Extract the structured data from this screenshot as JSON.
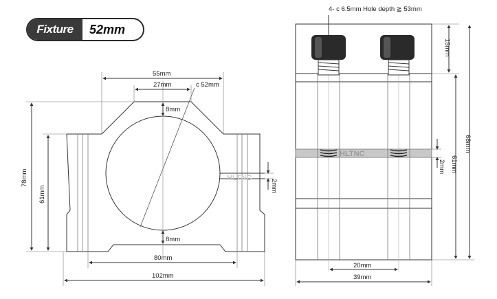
{
  "badge": {
    "label": "Fixture",
    "value": "52mm"
  },
  "front": {
    "dim_55": "55mm",
    "dim_27": "27mm",
    "dim_dia": "c 52mm",
    "dim_8_top": "8mm",
    "dim_8_bot": "8mm",
    "dim_78": "78mm",
    "dim_61": "61mm",
    "dim_2": "2mm",
    "dim_80": "80mm",
    "dim_102": "102mm",
    "watermark": "HLTNC"
  },
  "side": {
    "hole_note": "4- c 6.5mm Hole depth ≧ 53mm",
    "dim_15": "15mm",
    "dim_68": "68mm",
    "dim_61": "61mm",
    "dim_2": "2mm",
    "dim_20": "20mm",
    "dim_39": "39mm",
    "watermark": "HLTNC"
  }
}
